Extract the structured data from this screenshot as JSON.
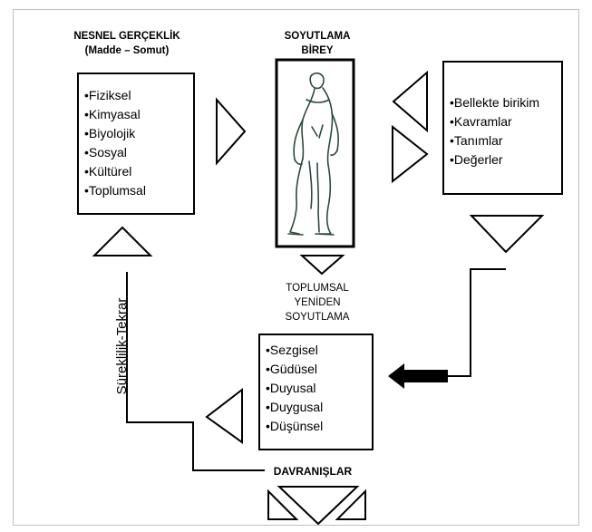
{
  "left_header": {
    "line1": "NESNEL GERÇEKLİK",
    "line2": "(Madde – Somut)"
  },
  "center_header": {
    "line1": "SOYUTLAMA",
    "line2": "BİREY"
  },
  "left_box": {
    "items": [
      "•Fiziksel",
      "•Kimyasal",
      "•Biyolojik",
      "•Sosyal",
      "•Kültürel",
      "•Toplumsal"
    ]
  },
  "right_box": {
    "items": [
      "•Bellekte birikim",
      "•Kavramlar",
      "•Tanımlar",
      "•Değerler"
    ]
  },
  "social": {
    "line1": "TOPLUMSAL",
    "line2": "YENİDEN",
    "line3": "SOYUTLAMA"
  },
  "bottom_box": {
    "items": [
      "•Sezgisel",
      "•Güdüsel",
      "•Duyusal",
      "•Duygusal",
      "•Düşünsel"
    ]
  },
  "behaviors": {
    "label": "DAVRANIŞLAR"
  },
  "loop": {
    "label": "Süreklilik-Tekrar"
  },
  "figure": {
    "icon": "person-sketch-icon"
  }
}
